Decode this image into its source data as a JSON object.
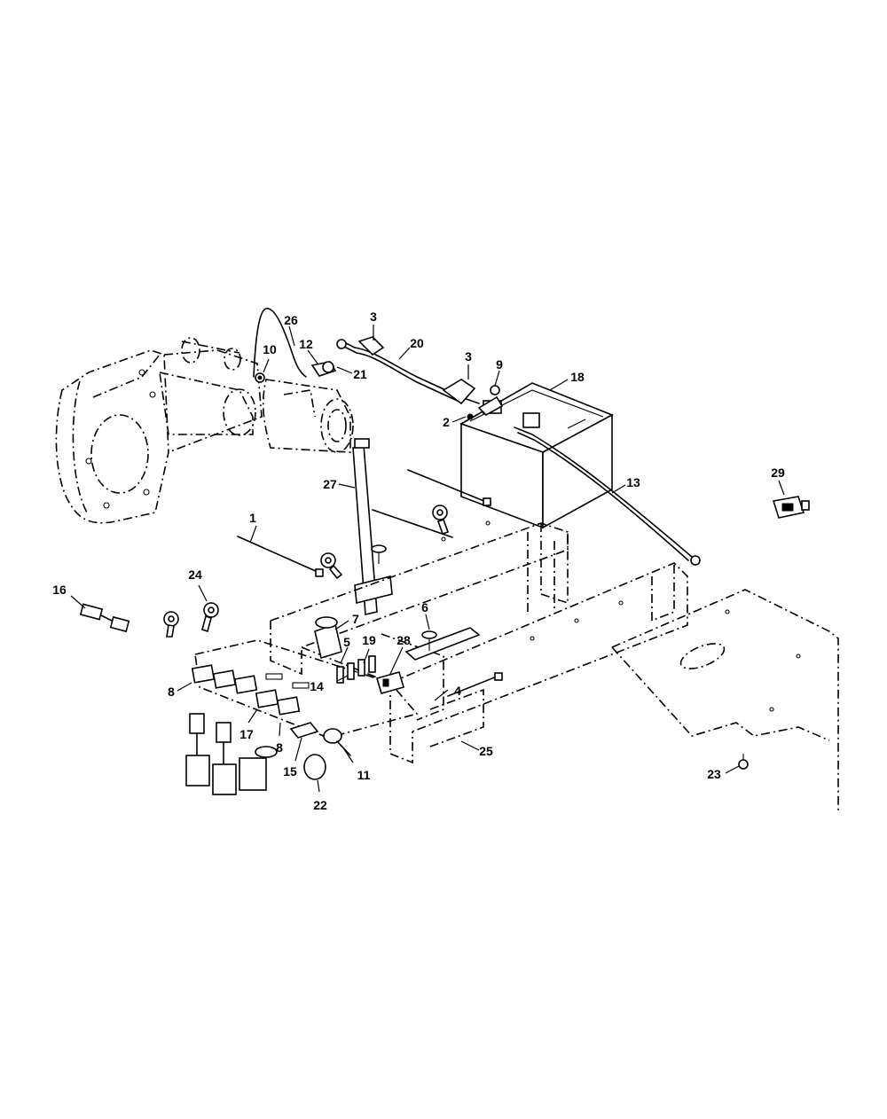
{
  "callouts": [
    {
      "id": "c1",
      "text": "1"
    },
    {
      "id": "c2",
      "text": "2"
    },
    {
      "id": "c3a",
      "text": "3"
    },
    {
      "id": "c3b",
      "text": "3"
    },
    {
      "id": "c4",
      "text": "4"
    },
    {
      "id": "c5",
      "text": "5"
    },
    {
      "id": "c6",
      "text": "6"
    },
    {
      "id": "c7",
      "text": "7"
    },
    {
      "id": "c8a",
      "text": "8"
    },
    {
      "id": "c8b",
      "text": "8"
    },
    {
      "id": "c9",
      "text": "9"
    },
    {
      "id": "c10",
      "text": "10"
    },
    {
      "id": "c11",
      "text": "11"
    },
    {
      "id": "c12",
      "text": "12"
    },
    {
      "id": "c13",
      "text": "13"
    },
    {
      "id": "c14",
      "text": "14"
    },
    {
      "id": "c15",
      "text": "15"
    },
    {
      "id": "c16",
      "text": "16"
    },
    {
      "id": "c17",
      "text": "17"
    },
    {
      "id": "c18",
      "text": "18"
    },
    {
      "id": "c19",
      "text": "19"
    },
    {
      "id": "c20",
      "text": "20"
    },
    {
      "id": "c21",
      "text": "21"
    },
    {
      "id": "c22",
      "text": "22"
    },
    {
      "id": "c23",
      "text": "23"
    },
    {
      "id": "c24",
      "text": "24"
    },
    {
      "id": "c25",
      "text": "25"
    },
    {
      "id": "c26",
      "text": "26"
    },
    {
      "id": "c27",
      "text": "27"
    },
    {
      "id": "c28",
      "text": "28"
    },
    {
      "id": "c29",
      "text": "29"
    }
  ]
}
